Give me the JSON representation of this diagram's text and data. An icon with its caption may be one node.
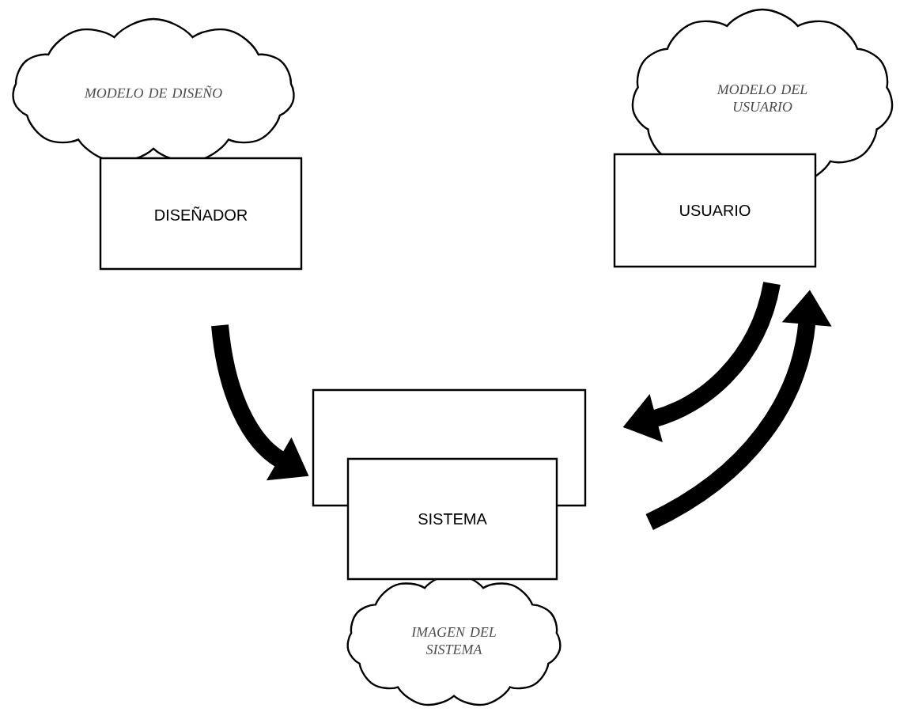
{
  "diagram": {
    "nodes": [
      {
        "text": [
          "MODELO DE DISEÑO"
        ]
      },
      {
        "text": [
          "DISEÑADOR"
        ]
      },
      {
        "text": [
          "MODELO DEL USUARIO"
        ]
      },
      {
        "text": [
          "USUARIO"
        ]
      },
      {
        "text": [],
        "shape": "box"
      },
      {
        "text": [
          "SISTEMA"
        ]
      },
      {
        "text": [
          "IMAGEN DEL SISTEMA"
        ]
      }
    ],
    "edges": [
      {
        "from": 1,
        "to": 4,
        "arrow": "to"
      },
      {
        "from": 3,
        "to": 4,
        "arrow": "to"
      },
      {
        "from": 4,
        "to": 3,
        "arrow": "to"
      }
    ]
  }
}
